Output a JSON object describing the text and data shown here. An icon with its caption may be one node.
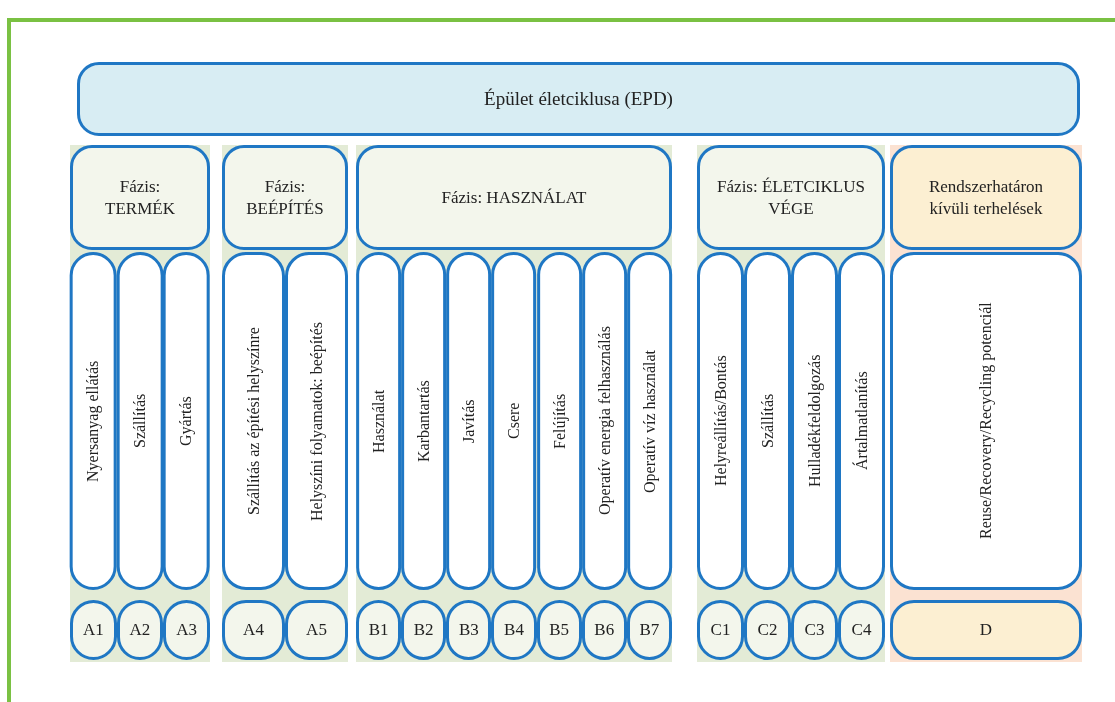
{
  "diagram": {
    "nodes": [
      {
        "text": [
          "Épület életciklusa (EPD)"
        ]
      },
      {
        "text": [
          "Fázis: TERMÉK"
        ]
      },
      {
        "text": [
          "Fázis: BEÉPÍTÉS"
        ]
      },
      {
        "text": [
          "Fázis: HASZNÁLAT"
        ]
      },
      {
        "text": [
          "Fázis: ÉLETCIKLUS VÉGE"
        ]
      },
      {
        "text": [
          "Rendszerhatáron kívüli terhelések"
        ]
      },
      {
        "text": [
          "Nyersanyag ellátás"
        ]
      },
      {
        "text": [
          "Szállítás"
        ]
      },
      {
        "text": [
          "Gyártás"
        ]
      },
      {
        "text": [
          "Szállítás az építési helyszínre"
        ]
      },
      {
        "text": [
          "Helyszíni folyamatok: beépítés"
        ]
      },
      {
        "text": [
          "Használat"
        ]
      },
      {
        "text": [
          "Karbantartás"
        ]
      },
      {
        "text": [
          "Javítás"
        ]
      },
      {
        "text": [
          "Csere"
        ]
      },
      {
        "text": [
          "Felújítás"
        ]
      },
      {
        "text": [
          "Operatív energia felhasználás"
        ]
      },
      {
        "text": [
          "Operatív víz használat"
        ]
      },
      {
        "text": [
          "Helyreállítás/Bontás"
        ]
      },
      {
        "text": [
          "Szállítás"
        ]
      },
      {
        "text": [
          "Hulladékfeldolgozás"
        ]
      },
      {
        "text": [
          "Ártalmatlanítás"
        ]
      },
      {
        "text": [
          "Reuse/Recovery/Recycling potenciál"
        ]
      },
      {
        "text": [
          "A1"
        ]
      },
      {
        "text": [
          "A2"
        ]
      },
      {
        "text": [
          "A3"
        ]
      },
      {
        "text": [
          "A4"
        ]
      },
      {
        "text": [
          "A5"
        ]
      },
      {
        "text": [
          "B1"
        ]
      },
      {
        "text": [
          "B2"
        ]
      },
      {
        "text": [
          "B3"
        ]
      },
      {
        "text": [
          "B4"
        ]
      },
      {
        "text": [
          "B5"
        ]
      },
      {
        "text": [
          "B6"
        ]
      },
      {
        "text": [
          "B7"
        ]
      },
      {
        "text": [
          "C1"
        ]
      },
      {
        "text": [
          "C2"
        ]
      },
      {
        "text": [
          "C3"
        ]
      },
      {
        "text": [
          "C4"
        ]
      },
      {
        "text": [
          "D"
        ]
      }
    ]
  }
}
